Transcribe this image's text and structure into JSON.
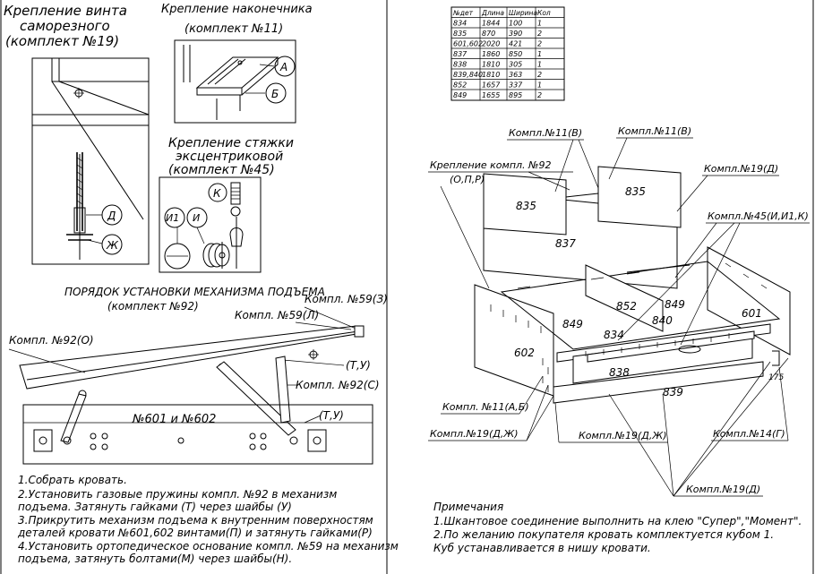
{
  "left": {
    "screw_title": [
      "Крепление винта",
      "саморезного",
      "(комплект №19)"
    ],
    "tip_title": [
      "Крепление наконечника",
      "(комплект №11)"
    ],
    "tie_title": [
      "Крепление стяжки",
      "эксцентриковой",
      "(комплект №45)"
    ],
    "callouts": {
      "A": "А",
      "B": "Б",
      "D": "Д",
      "Zh": "Ж",
      "K": "К",
      "I1": "И1",
      "I": "И"
    },
    "mech_title": [
      "ПОРЯДОК УСТАНОВКИ МЕХАНИЗМА ПОДЪЕМА",
      "(комплект №92)"
    ],
    "mech_labels": {
      "k92o": "Компл. №92(О)",
      "k59l": "Компл. №59(Л)",
      "k593": "Компл. №59(З)",
      "tu1": "(Т,У)",
      "k92s": "Компл. №92(С)",
      "tu2": "(Т,У)",
      "panel": "№601 и №602"
    },
    "instructions": [
      "1.Собрать кровать.",
      "2.Установить газовые пружины компл. №92 в механизм",
      "   подъема.   Затянуть гайками (Т) через шайбы (У)",
      "3.Прикрутить механизм подъема к внутренним поверхностям",
      "   деталей кровати №601,602 винтами(П) и затянуть гайками(Р)",
      "4.Установить ортопедическое основание компл. №59 на механизм",
      "   подъема, затянуть болтами(М) через шайбы(Н)."
    ]
  },
  "table": {
    "headers": [
      "№дет",
      "Длина",
      "Ширина",
      "Кол"
    ],
    "rows": [
      [
        "834",
        "1844",
        "100",
        "1"
      ],
      [
        "835",
        "870",
        "390",
        "2"
      ],
      [
        "601,602",
        "2020",
        "421",
        "2"
      ],
      [
        "837",
        "1860",
        "850",
        "1"
      ],
      [
        "838",
        "1810",
        "305",
        "1"
      ],
      [
        "839,840",
        "1810",
        "363",
        "2"
      ],
      [
        "852",
        "1657",
        "337",
        "1"
      ],
      [
        "849",
        "1655",
        "895",
        "2"
      ]
    ]
  },
  "right": {
    "labels": {
      "k11v_a": "Компл.№11(В)",
      "k11v_b": "Компл.№11(В)",
      "k92_fix": "Крепление компл. №92",
      "k92_parts": "(О,П,Р)",
      "k19d_top": "Компл.№19(Д)",
      "k45": "Компл.№45(И,И1,К)",
      "k11ab": "Компл. №11(А,Б)",
      "k19dzh_a": "Компл.№19(Д,Ж)",
      "k19dzh_b": "Компл.№19(Д,Ж)",
      "k14g": "Компл.№14(Г)",
      "k19d_bottom": "Компл.№19(Д)"
    },
    "parts": {
      "p835a": "835",
      "p835b": "835",
      "p837": "837",
      "p849a": "849",
      "p852": "852",
      "p849b": "849",
      "p840": "840",
      "p601": "601",
      "p602": "602",
      "p834": "834",
      "p838": "838",
      "p839": "839",
      "dim175": "175"
    },
    "notes": [
      "Примечания",
      "1.Шкантовое соединение выполнить на клею \"Супер\",\"Момент\".",
      "2.По желанию покупателя кровать комплектуется кубом 1.",
      "   Куб устанавливается в нишу кровати."
    ]
  }
}
